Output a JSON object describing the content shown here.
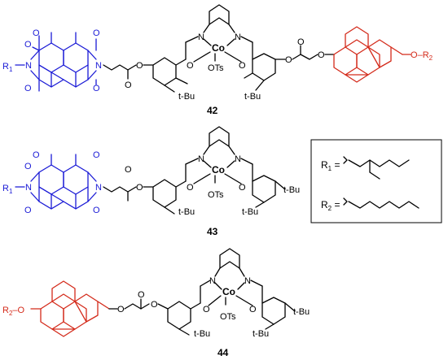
{
  "compounds": [
    {
      "label": "42"
    },
    {
      "label": "43"
    },
    {
      "label": "44"
    }
  ],
  "atoms": {
    "cobalt": "Co",
    "tosylate": "OTs",
    "tert_butyl": "t-Bu",
    "oxygen": "O",
    "nitrogen": "N"
  },
  "substituents": {
    "r1": {
      "symbol": "R",
      "subscript": "1"
    },
    "r2": {
      "symbol": "R",
      "subscript": "2"
    }
  },
  "legend": {
    "r1_label": "R",
    "r1_sub": "1",
    "r2_label": "R",
    "r2_sub": "2",
    "equals": "="
  },
  "colors": {
    "naphthalimide": "#1a1ad6",
    "pyrene": "#d42a1a",
    "core": "#000000"
  }
}
